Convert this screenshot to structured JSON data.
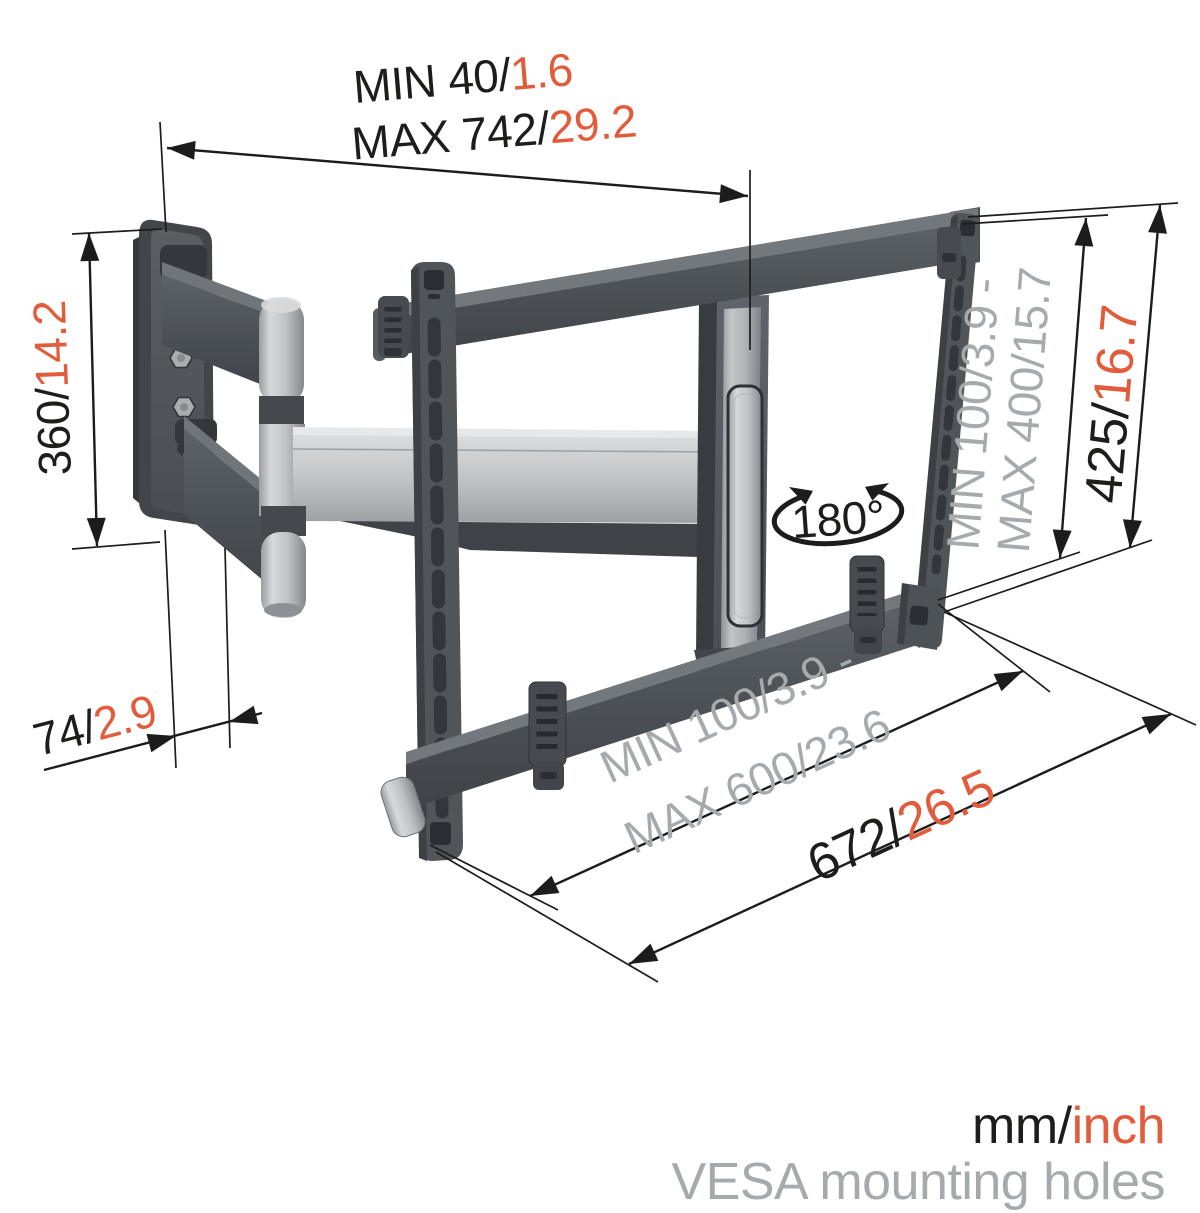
{
  "annotations": {
    "arm_reach": {
      "min": "MIN 40/",
      "min_inch": "1.6",
      "max": "MAX 742/",
      "max_inch": "29.2"
    },
    "plate_height": {
      "mm": "360/",
      "inch": "14.2"
    },
    "wall_depth": {
      "mm": "74/",
      "inch": "2.9"
    },
    "vesa_vertical": {
      "line1": "MIN 100/3.9 -",
      "line2": "MAX 400/15.7"
    },
    "bracket_height": {
      "mm": "425/",
      "inch": "16.7"
    },
    "swivel_angle": "180°",
    "vesa_horizontal": {
      "line1": "MIN 100/3.9 -",
      "line2": "MAX 600/23.6"
    },
    "bracket_width": {
      "mm": "672/",
      "inch": "26.5"
    }
  },
  "legend": {
    "units_mm": "mm/",
    "units_inch": "inch",
    "subtitle": "VESA mounting holes"
  },
  "colors": {
    "text_black": "#1d1d1b",
    "accent_orange": "#e25b3a",
    "text_gray": "#a7aaac",
    "metal_dark": "#4d5257",
    "metal_silver": "#c3c6c9",
    "background": "#ffffff"
  }
}
